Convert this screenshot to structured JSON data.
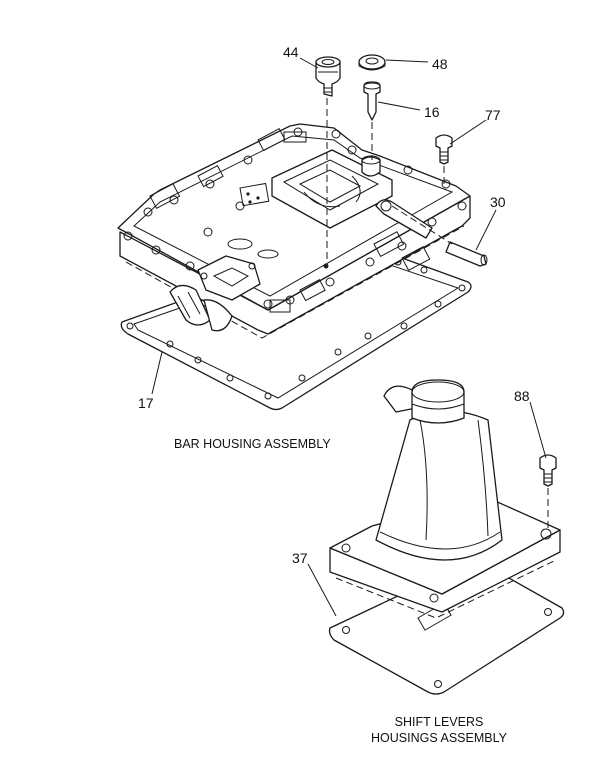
{
  "callouts": {
    "c44": "44",
    "c48": "48",
    "c16": "16",
    "c77": "77",
    "c30": "30",
    "c17": "17",
    "c88": "88",
    "c37": "37"
  },
  "captions": {
    "bar_housing": "BAR HOUSING ASSEMBLY",
    "shift_levers_line1": "SHIFT LEVERS",
    "shift_levers_line2": "HOUSINGS ASSEMBLY"
  }
}
